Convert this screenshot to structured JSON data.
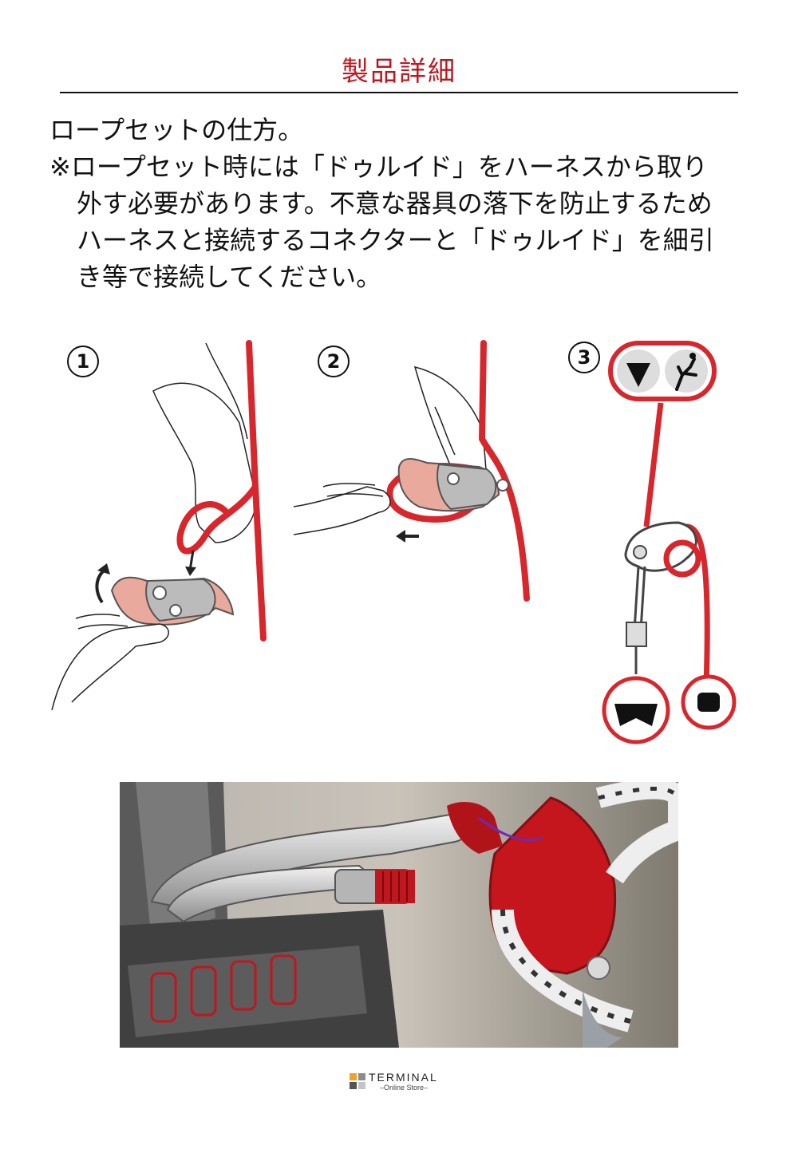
{
  "header": {
    "title": "製品詳細"
  },
  "body": {
    "lines": [
      "ロープセットの仕方。",
      "※ロープセット時には「ドゥルイド」をハーネスから取り",
      "外す必要があります。不意な器具の落下を防止するため",
      "ハーネスと接続するコネクターと「ドゥルイド」を細引",
      "き等で接続してください。"
    ]
  },
  "steps": [
    {
      "number": "1"
    },
    {
      "number": "2"
    },
    {
      "number": "3"
    }
  ],
  "footer": {
    "brand": "TERMINAL",
    "subtitle": "–Online Store–"
  },
  "colors": {
    "accent": "#c0161e",
    "rope": "#d8262d",
    "device_pink": "#e9a99c"
  }
}
